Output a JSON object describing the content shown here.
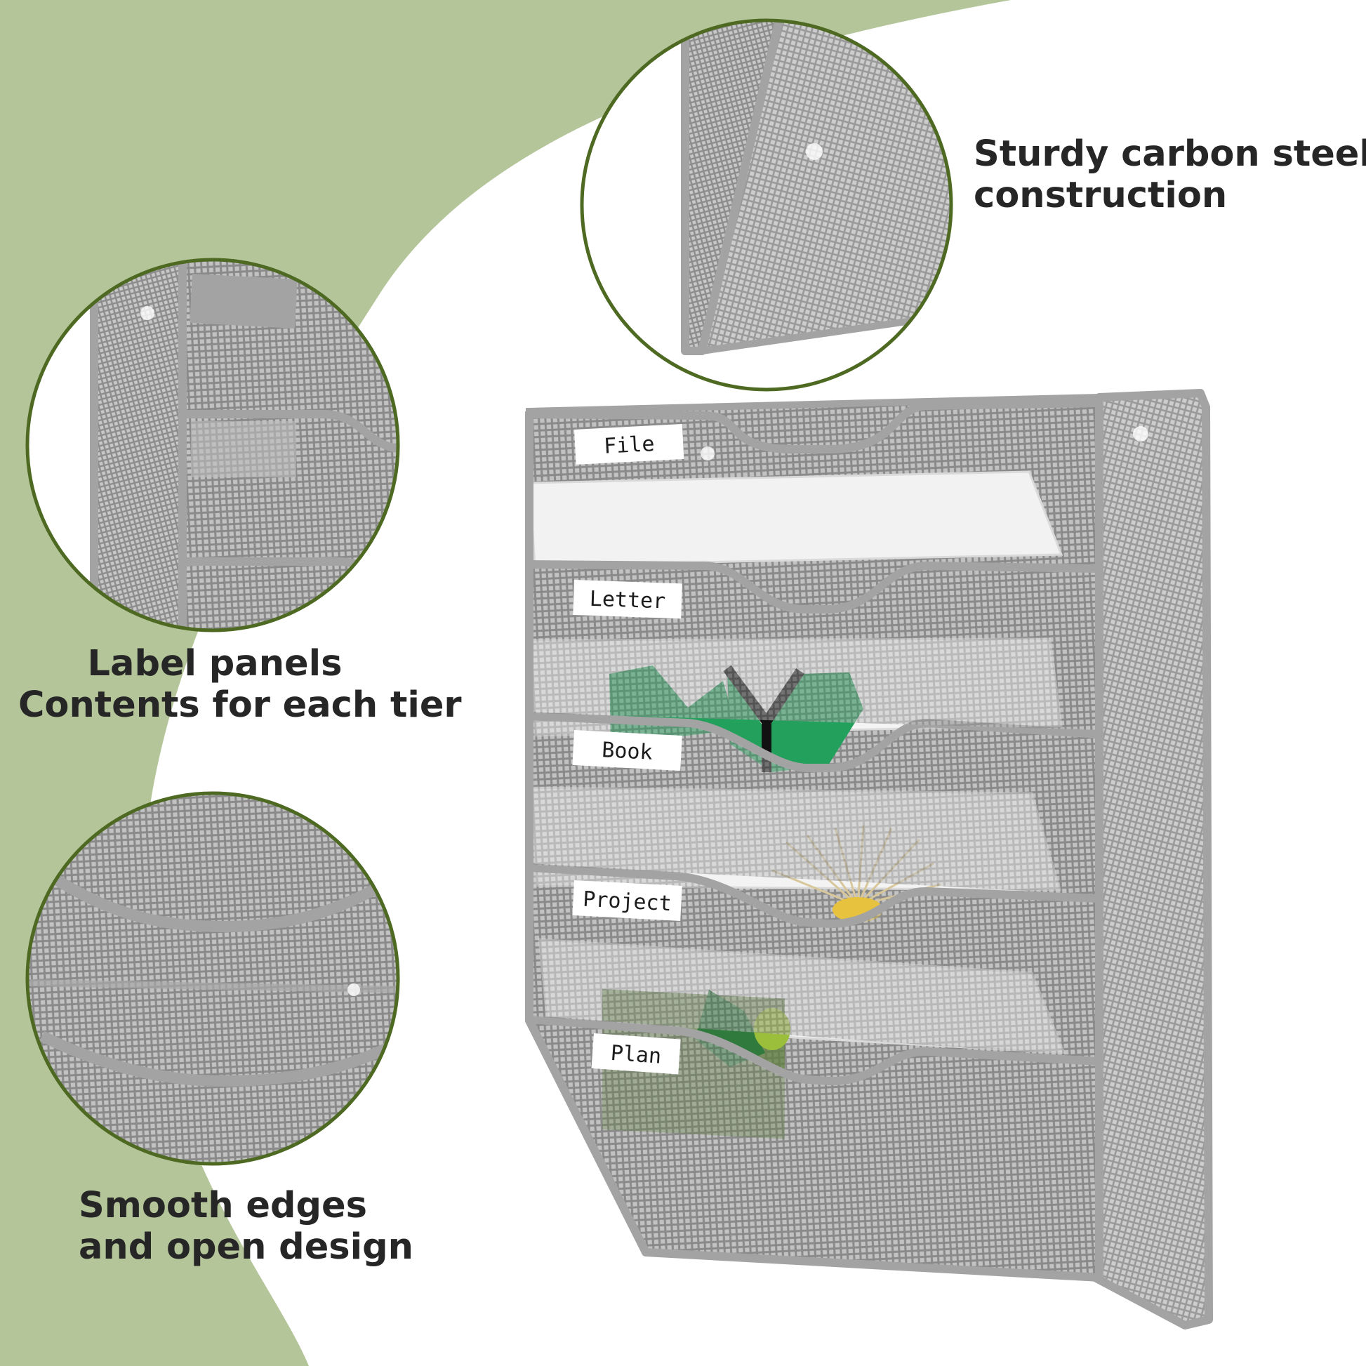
{
  "colors": {
    "background_white": "#ffffff",
    "background_sage": "#b5c59a",
    "circle_ring": "#4e6a22",
    "steel_silver": "#a3a3a3",
    "mesh_dark": "#8a8a8a",
    "text_dark": "#262626",
    "leaf_green": "#23a05c"
  },
  "captions": {
    "top": {
      "line1": "Sturdy carbon steel",
      "line2": "construction"
    },
    "middle": {
      "line1": "Label panels",
      "line2": "Contents for each tier"
    },
    "bottom": {
      "line1": "Smooth edges",
      "line2": "and open design"
    }
  },
  "organizer": {
    "tiers": [
      {
        "label": "File"
      },
      {
        "label": "Letter"
      },
      {
        "label": "Book"
      },
      {
        "label": "Project"
      },
      {
        "label": "Plan"
      }
    ]
  },
  "detail_views": {
    "top": "carbon-steel-corner",
    "middle": "label-panel-edge",
    "bottom": "smooth-curved-edges"
  }
}
